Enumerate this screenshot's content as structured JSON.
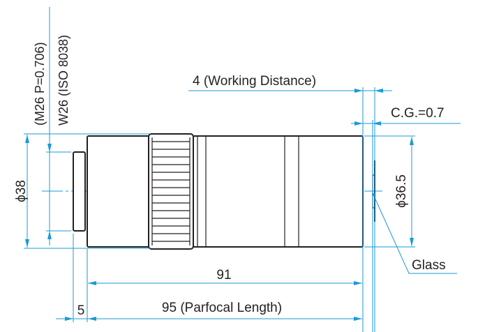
{
  "labels": {
    "thread_mount": "(M26 P=0.706)",
    "thread_standard": "W26 (ISO 8038)",
    "outer_diameter": "ϕ38",
    "working_distance": "4 (Working Distance)",
    "cover_glass": "C.G.=0.7",
    "tip_diameter": "ϕ36.5",
    "glass": "Glass",
    "body_length": "91",
    "thread_length": "5",
    "parfocal_length": "95 (Parfocal Length)"
  },
  "colors": {
    "dimension": "#1a9ad7",
    "outline": "#231f20"
  }
}
